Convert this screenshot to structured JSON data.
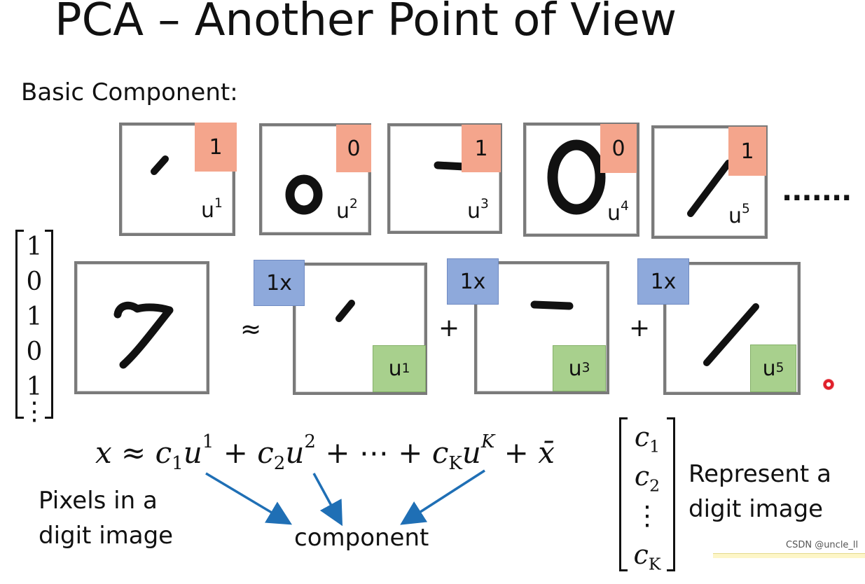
{
  "title": "PCA – Another Point of View",
  "basic_label": "Basic Component:",
  "components": [
    {
      "digit": "1",
      "label": "u",
      "sup": "1"
    },
    {
      "digit": "0",
      "label": "u",
      "sup": "2"
    },
    {
      "digit": "1",
      "label": "u",
      "sup": "3"
    },
    {
      "digit": "0",
      "label": "u",
      "sup": "4"
    },
    {
      "digit": "1",
      "label": "u",
      "sup": "5"
    }
  ],
  "ellipsis": ".......",
  "pixel_vector": [
    "1",
    "0",
    "1",
    "0",
    "1",
    "⋮"
  ],
  "approx_symbol": "≈",
  "plus_symbol": "+",
  "terms": [
    {
      "coef": "1x",
      "label": "u",
      "sup": "1"
    },
    {
      "coef": "1x",
      "label": "u",
      "sup": "3"
    },
    {
      "coef": "1x",
      "label": "u",
      "sup": "5"
    }
  ],
  "formula": {
    "x": "x",
    "approx": "≈",
    "c1": "c",
    "c1_sub": "1",
    "u1": "u",
    "u1_sup": "1",
    "plus1": "+",
    "c2": "c",
    "c2_sub": "2",
    "u2": "u",
    "u2_sup": "2",
    "plus2": "+",
    "dots": "⋯",
    "plus3": "+",
    "cK": "c",
    "cK_sub": "K",
    "uK": "u",
    "uK_sup": "K",
    "plus4": "+",
    "xbar": "x̄"
  },
  "pixels_label": "Pixels in a digit image",
  "component_label": "component",
  "coef_vector": [
    {
      "c": "c",
      "sub": "1"
    },
    {
      "c": "c",
      "sub": "2"
    },
    {
      "c": "⋮",
      "sub": ""
    },
    {
      "c": "c",
      "sub": "K"
    }
  ],
  "represent_label": "Represent a digit image",
  "watermark": "CSDN @uncle_ll",
  "colors": {
    "digit_tag": "#f4a58c",
    "coef_tag": "#8ea9db",
    "basis_tag": "#a8d08d",
    "arrow": "#1f6fb5",
    "frame": "#7a7a7a",
    "laser": "#e0202a"
  }
}
